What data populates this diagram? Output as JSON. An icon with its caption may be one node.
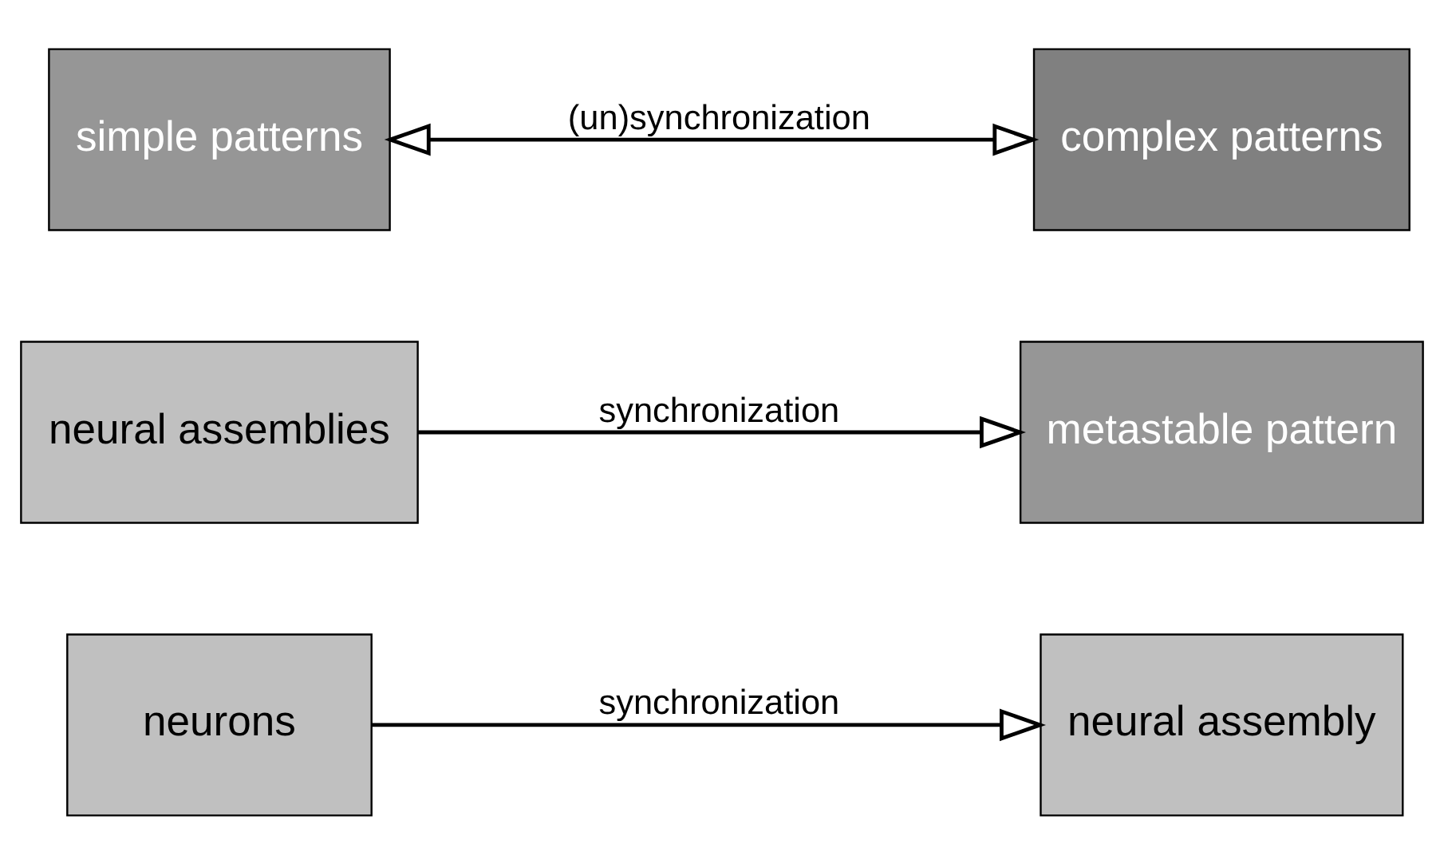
{
  "diagram": {
    "nodes": [
      {
        "text": [
          "neurons"
        ]
      },
      {
        "text": [
          "neural assembly"
        ]
      },
      {
        "text": [
          "neural assemblies"
        ]
      },
      {
        "text": [
          "metastable pattern"
        ]
      },
      {
        "text": [
          "simple patterns"
        ]
      },
      {
        "text": [
          "complex patterns"
        ]
      }
    ],
    "edges": [
      {
        "from": 0,
        "to": 1,
        "arrow": "to",
        "label": "synchronization"
      },
      {
        "from": 2,
        "to": 3,
        "arrow": "to",
        "label": "synchronization"
      },
      {
        "from": 4,
        "to": 5,
        "arrow": "both",
        "label": "(un)synchronization"
      }
    ]
  }
}
